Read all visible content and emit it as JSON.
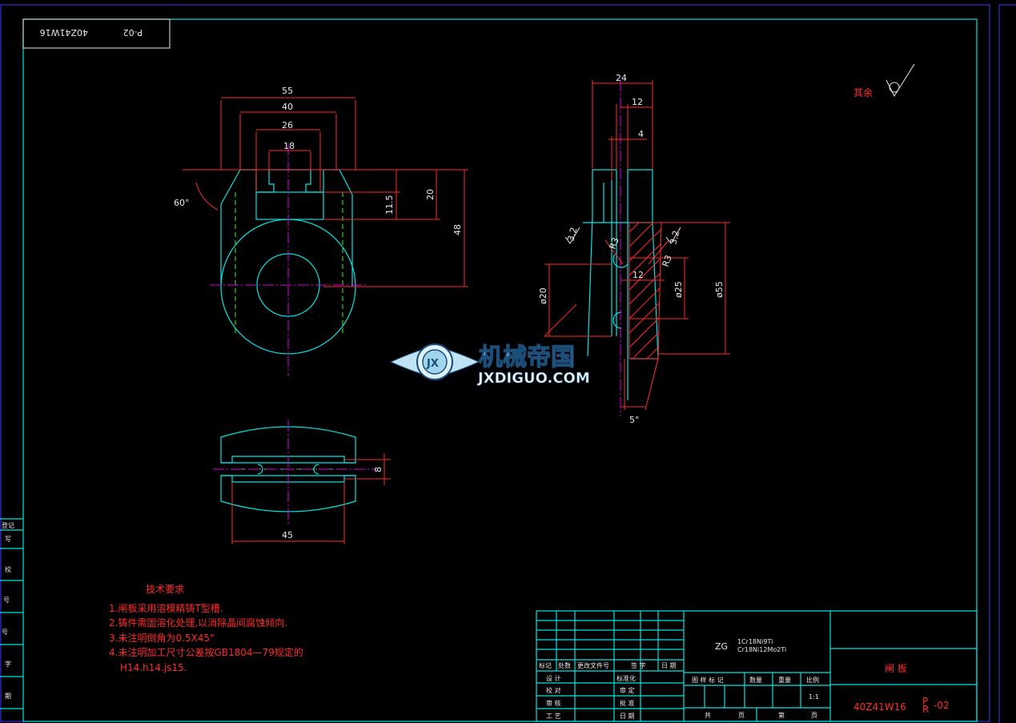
{
  "drawing": {
    "number_box": "40Z41W16",
    "number_box_suffix": "P-02",
    "surface_note": "其余",
    "views": {
      "front_dims": {
        "w55": "55",
        "w40": "40",
        "w26": "26",
        "w18": "18",
        "h11_5": "11.5",
        "h20": "20",
        "h48": "48",
        "angle60": "60°"
      },
      "section_dims": {
        "w24": "24",
        "w12": "12",
        "w4": "4",
        "w12b": "12",
        "d20": "ø20",
        "d25": "ø25",
        "d55": "ø55",
        "angle5": "5°",
        "r_left": "R3",
        "r_right": "R3",
        "rough_left": "3.2",
        "rough_right": "3.2"
      },
      "bottom_dims": {
        "w45": "45",
        "h8": "8"
      }
    },
    "tech_requirements": {
      "title": "技术要求",
      "items": [
        "1.闸板采用溶模精铸T型槽.",
        "2.铸件需固溶化处理,以消除晶间腐蚀倾向.",
        "3.未注明倒角为0.5X45°",
        "4.未注明加工尺寸公差按GB1804—79规定的",
        "H14.h14.js15."
      ]
    },
    "left_strip": [
      "登记",
      "写",
      "校",
      "号",
      "号",
      "字",
      "期"
    ],
    "title_block": {
      "material_prefix": "ZG",
      "material_line1": "1Cr18Ni9Ti",
      "material_line2": "Cr18Ni12Mo2Ti",
      "part_name": "闸    板",
      "drawing_no": "40Z41W16",
      "drawing_suffix_top": "P",
      "drawing_suffix_bottom": "R",
      "drawing_suffix": "-02",
      "scale": "1:1",
      "rev_headers": [
        "标记",
        "处数",
        "更改文件号",
        "签 字",
        "日 期"
      ],
      "sign_rows": [
        [
          "设 计",
          "标准化"
        ],
        [
          "校 对",
          "审 定"
        ],
        [
          "审 核",
          "批 准"
        ],
        [
          "工 艺",
          "日 期"
        ]
      ],
      "info_headers": [
        "图 样 标 记",
        "数量",
        "重量",
        "比例"
      ],
      "sheet_labels": [
        "共",
        "页",
        "第",
        "页"
      ]
    },
    "watermark": {
      "title": "机械帝国",
      "url": "JXDIGUO.COM",
      "logo_text": "JX"
    }
  }
}
